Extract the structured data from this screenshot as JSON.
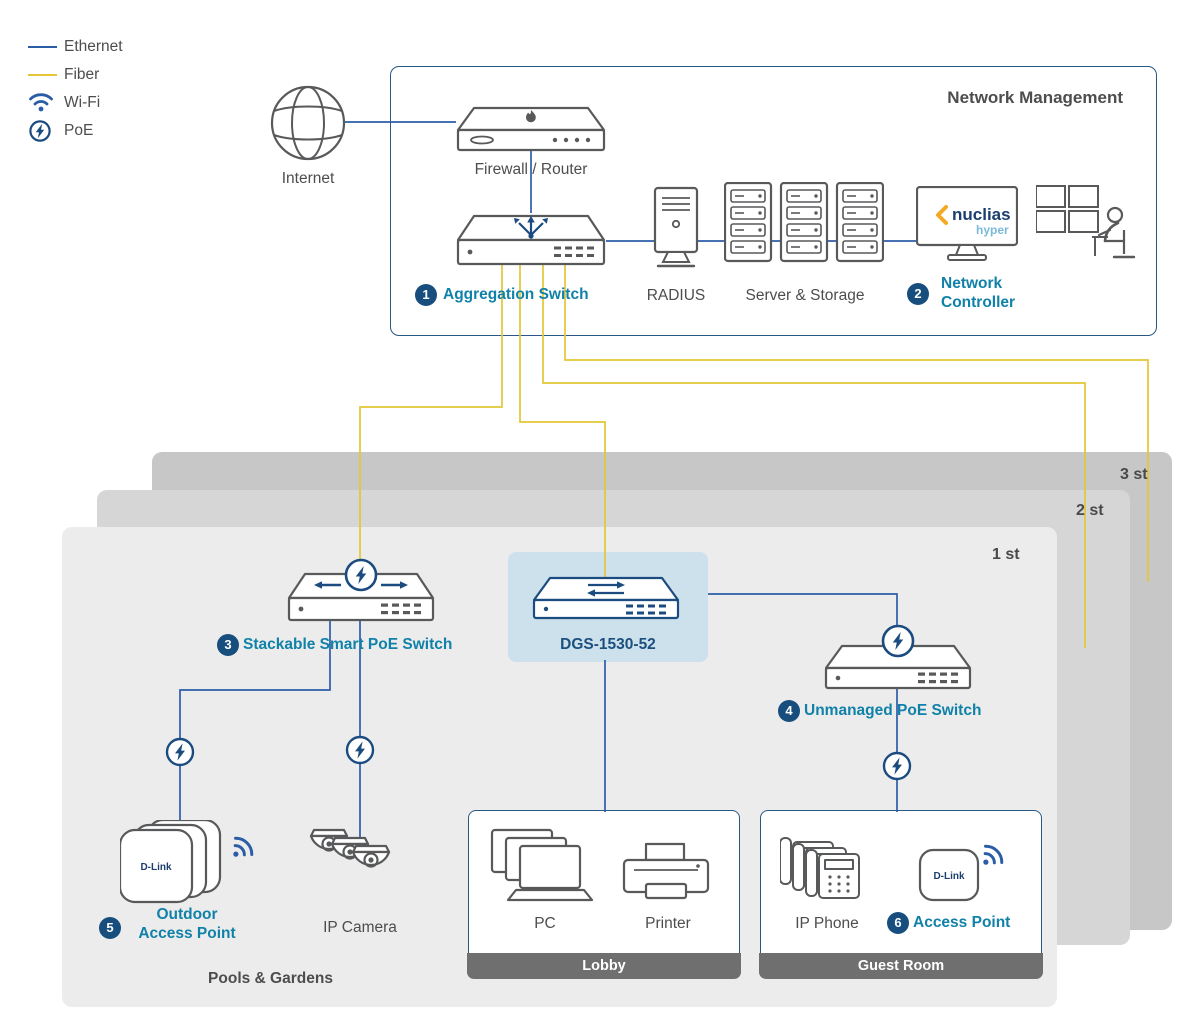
{
  "colors": {
    "ethernet": "#2b5da7",
    "fiber": "#e4c636",
    "accent": "#1081a8",
    "navy": "#1b4b7f",
    "badge": "#174e7e",
    "floor1": "#ececec",
    "floor2": "#d6d6d6",
    "floor3": "#c7c7c7",
    "highlight": "#cde1ec",
    "footer": "#6f6f6f"
  },
  "legend": {
    "items": [
      {
        "label": "Ethernet"
      },
      {
        "label": "Fiber"
      },
      {
        "label": "Wi-Fi"
      },
      {
        "label": "PoE"
      }
    ]
  },
  "internet_label": "Internet",
  "nm": {
    "title": "Network Management",
    "firewall": "Firewall / Router",
    "agg_badge": "1",
    "agg_label": "Aggregation Switch",
    "radius": "RADIUS",
    "servers": "Server & Storage",
    "ctrl_badge": "2",
    "ctrl_line1": "Network",
    "ctrl_line2": "Controller",
    "nuclias_brand": "nuclias",
    "nuclias_sub": "hyper"
  },
  "floors": {
    "f1": "1 st",
    "f2": "2 st",
    "f3": "3 st"
  },
  "f1": {
    "stackable_badge": "3",
    "stackable_label": "Stackable Smart PoE Switch",
    "dgs_label": "DGS-1530-52",
    "unmanaged_badge": "4",
    "unmanaged_label": "Unmanaged PoE Switch",
    "outdoor_badge": "5",
    "outdoor_line1": "Outdoor",
    "outdoor_line2": "Access Point",
    "camera_label": "IP Camera",
    "lobby_title": "Lobby",
    "pc_label": "PC",
    "printer_label": "Printer",
    "guest_title": "Guest Room",
    "phone_label": "IP Phone",
    "ap_badge": "6",
    "ap_label": "Access Point",
    "area_label": "Pools & Gardens"
  },
  "brand": "D-Link"
}
